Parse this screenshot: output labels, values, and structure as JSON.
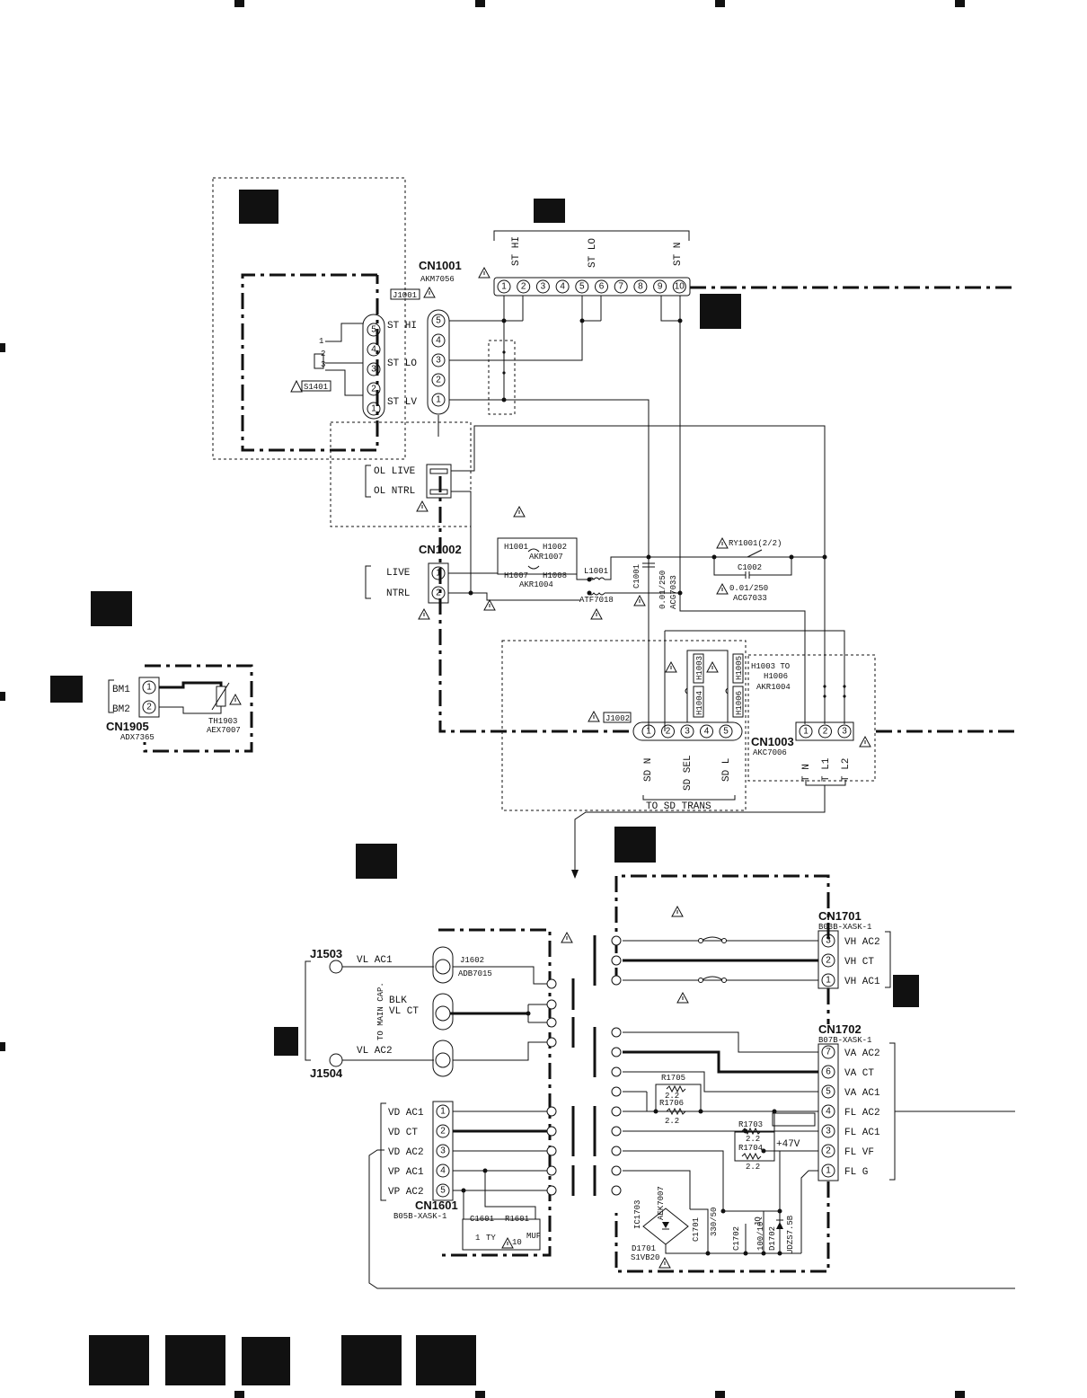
{
  "cn1001": {
    "name": "CN1001",
    "part": "AKM7056",
    "pin_labels": [
      "ST HI",
      "ST LO",
      "ST N"
    ],
    "pins": [
      "1",
      "2",
      "3",
      "4",
      "5",
      "6",
      "7",
      "8",
      "9",
      "10"
    ]
  },
  "j1001": {
    "name": "J1001"
  },
  "switch_labels": [
    "ST HI",
    "ST LO",
    "ST LV"
  ],
  "switch_positions": [
    "1",
    "2",
    "3"
  ],
  "s1401": {
    "name": "S1401"
  },
  "ol": {
    "live": "OL LIVE",
    "ntrl": "OL NTRL"
  },
  "cn1002": {
    "name": "CN1002",
    "live": "LIVE",
    "ntrl": "NTRL"
  },
  "fuses": {
    "h1001": "H1001",
    "h1002": "H1002",
    "akr1007": "AKR1007",
    "h1007": "H1007",
    "h1008": "H1008",
    "akr1004": "AKR1004",
    "l1001": "L1001",
    "atf": "ATF7018",
    "c1001": "C1001",
    "c1001v": "0.01/250",
    "acg1": "ACG7033",
    "ry1001": "RY1001(2/2)",
    "c1002": "C1002",
    "c1002v": "0.01/250",
    "acg2": "ACG7033",
    "h1003": "H1003",
    "h1004": "H1004",
    "h1005": "H1005",
    "h1006": "H1006",
    "h1003to": "H1003 TO",
    "h1006b": "H1006",
    "akr1004b": "AKR1004"
  },
  "j1002": {
    "name": "J1002",
    "pins": [
      "1",
      "2",
      "3",
      "4",
      "5"
    ],
    "labels": [
      "SD N",
      "SD SEL",
      "SD L"
    ],
    "to": "TO SD TRANS"
  },
  "cn1003": {
    "name": "CN1003",
    "part": "AKC7006",
    "pins": [
      "1",
      "2",
      "3"
    ],
    "labels": [
      "T N",
      "T L1",
      "T L2"
    ]
  },
  "cn1905": {
    "name": "CN1905",
    "part": "ADX7365",
    "bm1": "BM1",
    "bm2": "BM2",
    "pins": [
      "1",
      "2"
    ],
    "th": "TH1903",
    "thpart": "AEX7007"
  },
  "power": {
    "j1503": "J1503",
    "j1504": "J1504",
    "vl_ac1": "VL AC1",
    "vl_ac2": "VL AC2",
    "blk": "BLK",
    "vl_ct": "VL CT",
    "to_main": "TO MAIN CAP.",
    "j1602": "J1602",
    "adb": "ADB7015",
    "cn1601": "CN1601",
    "cn1601part": "B05B-XASK-1",
    "cn1601_labels": [
      "VD AC1",
      "VD CT",
      "VD AC2",
      "VP AC1",
      "VP AC2"
    ],
    "c1601": "C1601",
    "c1601v": "1",
    "ty": "TY",
    "r1601": "R1601",
    "r1601v": "10",
    "muf": "MUF",
    "cn1701": "CN1701",
    "cn1701part": "B03B-XASK-1",
    "cn1701_labels": [
      "VH AC2",
      "VH CT",
      "VH AC1"
    ],
    "cn1702": "CN1702",
    "cn1702part": "B07B-XASK-1",
    "cn1702_labels": [
      "VA AC2",
      "VA CT",
      "VA AC1",
      "FL AC2",
      "FL AC1",
      "FL VF",
      "FL G"
    ],
    "r1705": "R1705",
    "r1705v": "2.2",
    "r1706": "R1706",
    "r1706v": "2.2",
    "r1703": "R1703",
    "r1703v": "2.2",
    "r1704": "R1704",
    "r1704v": "2.2",
    "v47": "+47V",
    "ic1703": "IC1703",
    "aek": "AEK7007",
    "d1701": "D1701",
    "s1vb": "S1VB20",
    "c1701": "C1701",
    "c1701v": "330/50",
    "c1702": "C1702",
    "c1702v": "100/10",
    "jq": "JQ",
    "d1702": "D1702",
    "udz": "UDZS7.5B"
  }
}
